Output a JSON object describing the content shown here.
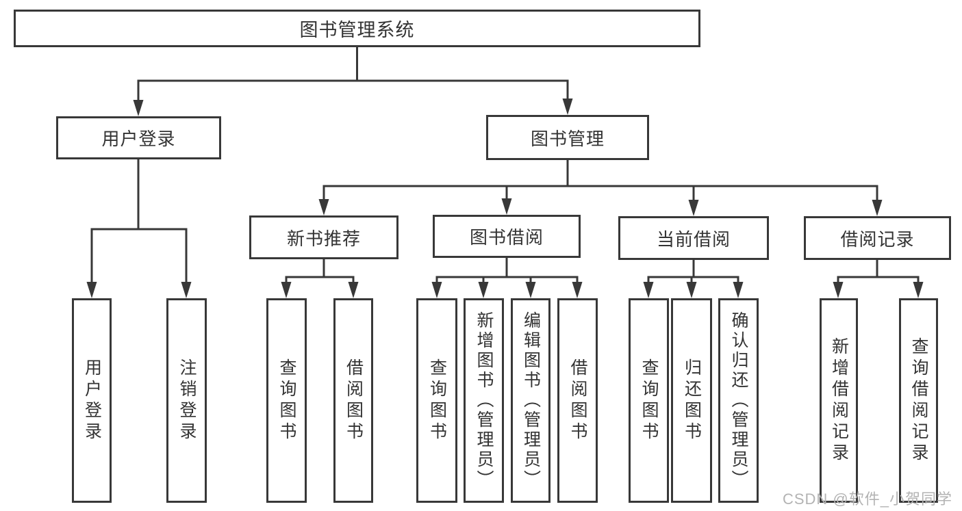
{
  "tree": {
    "label": "图书管理系统",
    "children": [
      {
        "label": "用户登录",
        "children": [
          {
            "label": "用户登录"
          },
          {
            "label": "注销登录"
          }
        ]
      },
      {
        "label": "图书管理",
        "children": [
          {
            "label": "新书推荐",
            "children": [
              {
                "label": "查询图书"
              },
              {
                "label": "借阅图书"
              }
            ]
          },
          {
            "label": "图书借阅",
            "children": [
              {
                "label": "查询图书"
              },
              {
                "label": "新增图书（管理员）"
              },
              {
                "label": "编辑图书（管理员）"
              },
              {
                "label": "借阅图书"
              }
            ]
          },
          {
            "label": "当前借阅",
            "children": [
              {
                "label": "查询图书"
              },
              {
                "label": "归还图书"
              },
              {
                "label": "确认归还（管理员）"
              }
            ]
          },
          {
            "label": "借阅记录",
            "children": [
              {
                "label": "新增借阅记录"
              },
              {
                "label": "查询借阅记录"
              }
            ]
          }
        ]
      }
    ]
  },
  "watermark": "CSDN @软件_小贺同学",
  "colors": {
    "line": "#383838",
    "text": "#333333",
    "watermark": "#b3b3b3",
    "background": "#ffffff"
  }
}
